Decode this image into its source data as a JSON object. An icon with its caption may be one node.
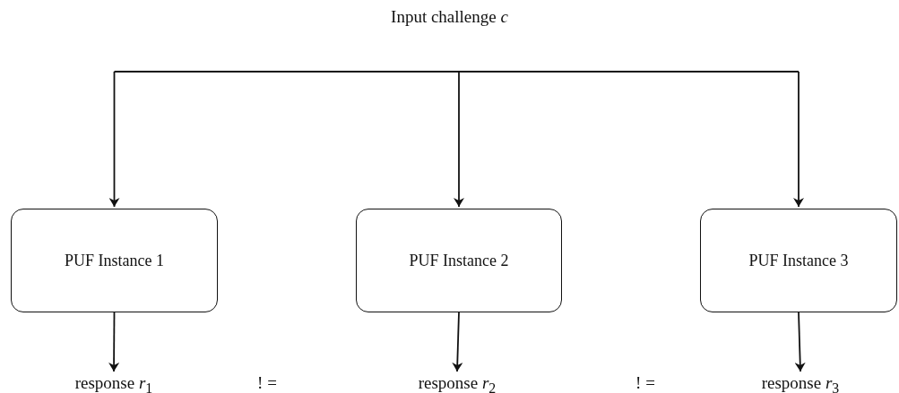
{
  "diagram": {
    "title": "Input challenge *c*",
    "nodes": [
      {
        "text": [
          "PUF Instance 1"
        ]
      },
      {
        "text": [
          "PUF Instance 2"
        ]
      },
      {
        "text": [
          "PUF Instance 3"
        ]
      },
      {
        "text": [
          "response *r*$_{1}$"
        ]
      },
      {
        "text": [
          "response *r*$_{2}$"
        ]
      },
      {
        "text": [
          "response *r*$_{3}$"
        ]
      }
    ],
    "edges": [
      {
        "from": null,
        "to": 0,
        "arrow": "to"
      },
      {
        "from": null,
        "to": 1,
        "arrow": "to"
      },
      {
        "from": null,
        "to": 2,
        "arrow": "to"
      },
      {
        "from": 0,
        "to": 3,
        "arrow": "to"
      },
      {
        "from": 1,
        "to": 4,
        "arrow": "to"
      },
      {
        "from": 2,
        "to": 5,
        "arrow": "to"
      }
    ],
    "labels": [
      "! =",
      "! ="
    ]
  }
}
